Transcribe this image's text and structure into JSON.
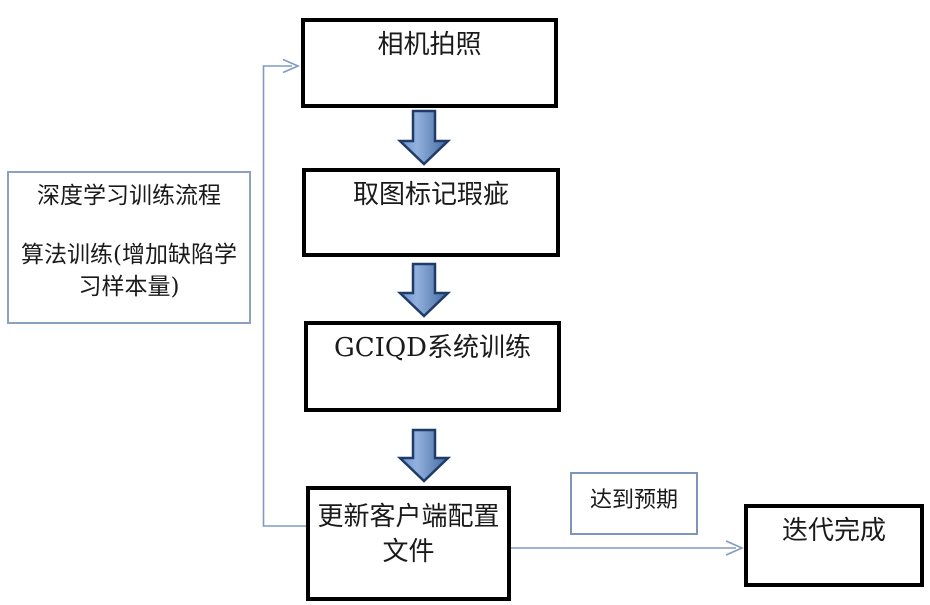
{
  "diagram": {
    "side_note": {
      "line1": "深度学习训练流程",
      "line2": "算法训练(增加缺陷学习样本量)"
    },
    "nodes": {
      "camera": "相机拍照",
      "mark": "取图标记瑕疵",
      "train": "GCIQD系统训练",
      "update": "更新客户端配置文件",
      "expect": "达到预期",
      "done": "迭代完成"
    },
    "colors": {
      "node_border": "#000000",
      "note_border": "#8ba1c1",
      "expect_border": "#7d95b8",
      "connector_line": "#7f9cc0",
      "block_arrow_fill_light": "#93b1dd",
      "block_arrow_fill_mid": "#6b92cd",
      "block_arrow_fill_dark": "#41699f",
      "block_arrow_stroke": "#1f3c68",
      "text": "#1a1a1a",
      "background": "#ffffff"
    }
  }
}
